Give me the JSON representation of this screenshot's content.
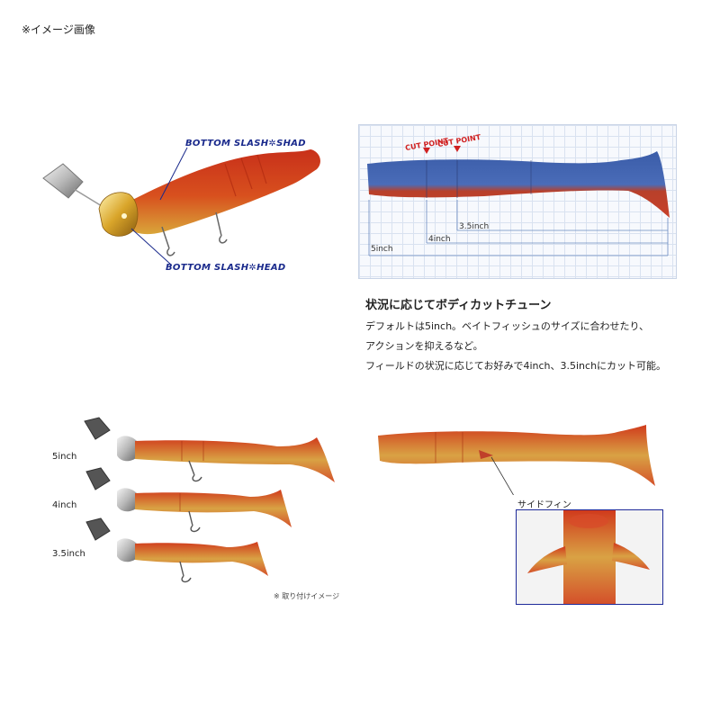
{
  "top_note": "※イメージ画像",
  "labels": {
    "shad": "BOTTOM SLASH✲SHAD",
    "head": "BOTTOM SLASH✲HEAD"
  },
  "diagram": {
    "cut_point_1": "CUT POINT",
    "cut_point_2": "CUT POINT",
    "dim_35": "3.5inch",
    "dim_4": "4inch",
    "dim_5": "5inch"
  },
  "description": {
    "heading": "状況に応じてボディカットチューン",
    "line1": "デフォルトは5inch。ベイトフィッシュのサイズに合わせたり、",
    "line2": "アクションを抑えるなど。",
    "line3": "フィールドの状況に応じてお好みで4inch、3.5inchにカット可能。"
  },
  "sizes": [
    "5inch",
    "4inch",
    "3.5inch"
  ],
  "install_note": "※ 取り付けイメージ",
  "side_fin_label": "サイドフィン",
  "colors": {
    "lure_red": "#d2391c",
    "lure_gold": "#d8a63a",
    "blue": "#3a5ca8",
    "frame_blue": "#1e2a9a",
    "cut_red": "#d02020"
  }
}
